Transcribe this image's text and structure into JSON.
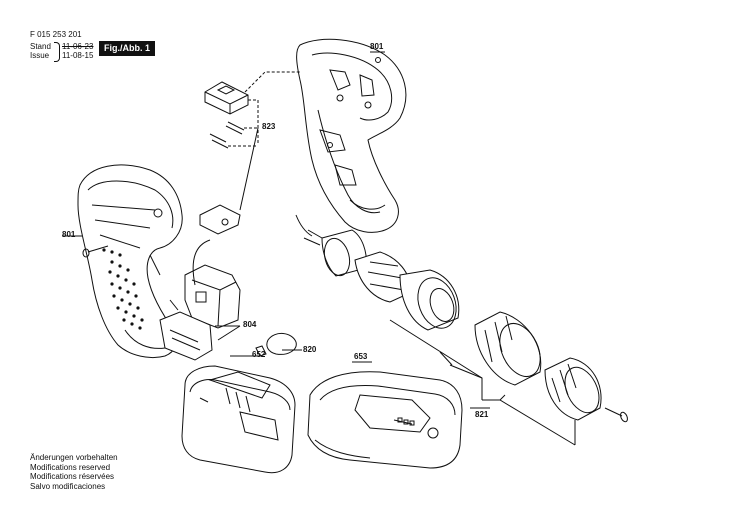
{
  "header": {
    "doc_number": "F 015 253 201",
    "stand_label": "Stand",
    "stand_date": "11-06-23",
    "issue_label": "Issue",
    "issue_date": "11-08-15",
    "figure_label": "Fig./Abb. 1"
  },
  "callouts": {
    "housing_right": "801",
    "housing_left": "801",
    "switch_parts": "823",
    "electronic_switch": "804",
    "led_light": "820",
    "battery_pack": "652",
    "charger": "653",
    "gearbox_chuck": "821"
  },
  "notes": [
    "Änderungen vorbehalten",
    "Modifications reserved",
    "Modifications réservées",
    "Salvo modificaciones"
  ]
}
